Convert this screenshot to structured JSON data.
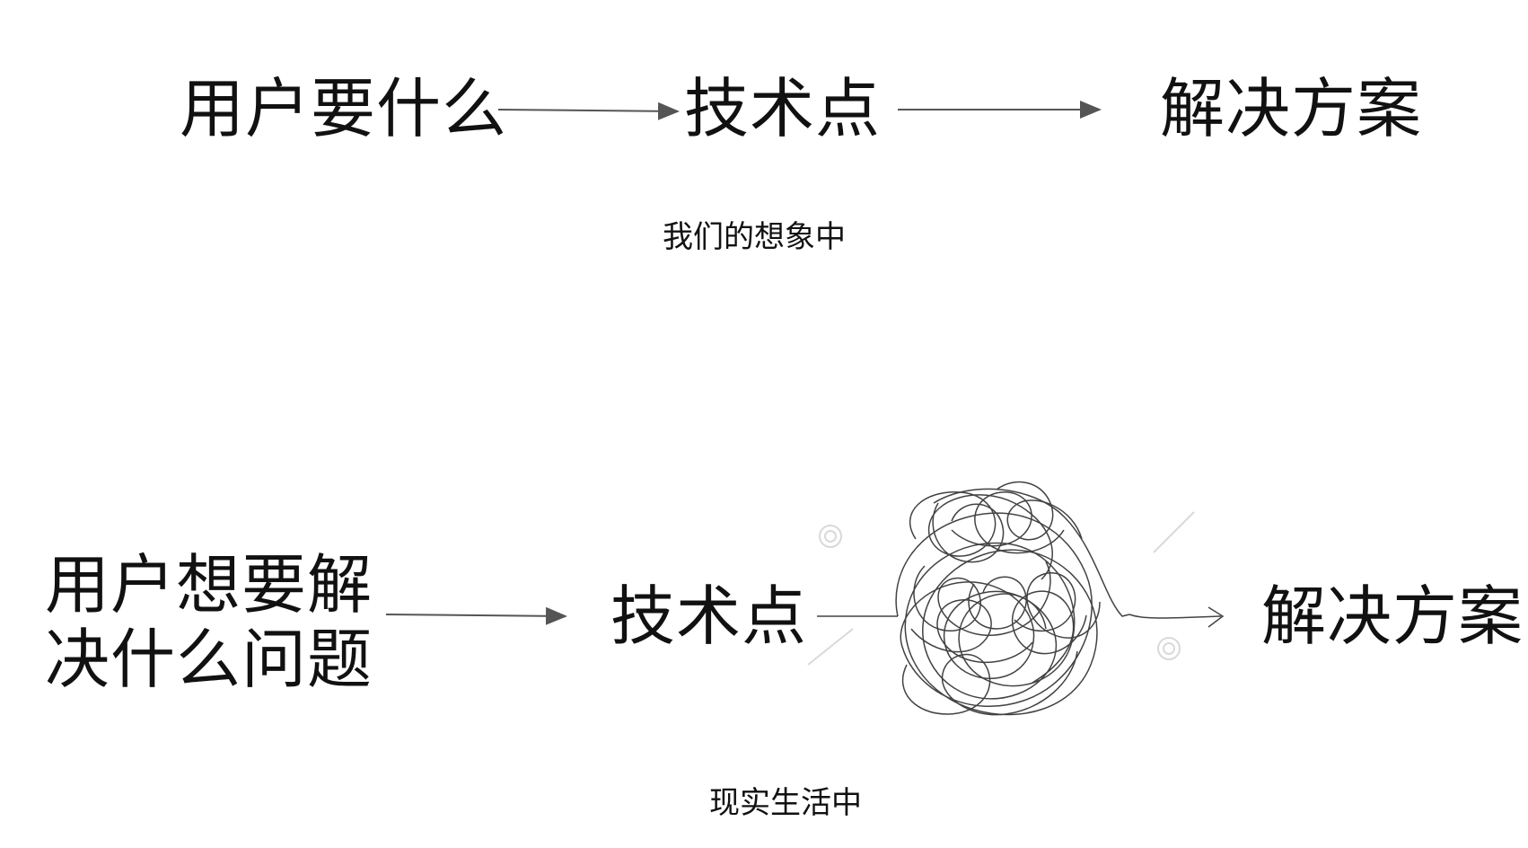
{
  "imagined": {
    "step1": "用户要什么",
    "step2": "技术点",
    "step3": "解决方案",
    "caption": "我们的想象中"
  },
  "reality": {
    "step1_line1": "用户想要解",
    "step1_line2": "决什么问题",
    "step2": "技术点",
    "step3": "解决方案",
    "caption": "现实生活中"
  },
  "icons": [
    "arrow-right-icon",
    "tangled-scribble-icon"
  ],
  "colors": {
    "text": "#111111",
    "arrow": "#555555",
    "scribble": "#222222",
    "background": "#ffffff"
  }
}
